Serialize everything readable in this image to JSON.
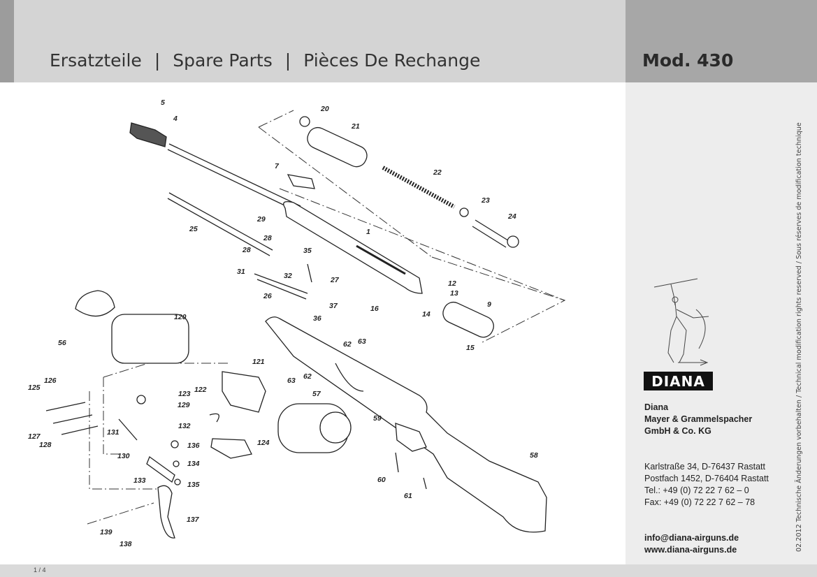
{
  "header": {
    "title_de": "Ersatzteile",
    "separator": "|",
    "title_en": "Spare Parts",
    "title_fr": "Pièces De Rechange",
    "model": "Mod. 430"
  },
  "sidebar": {
    "notice": "02.2012 Technische Änderungen vorbehalten / Technical modification rights reserved / Sous  réserves de modification technique",
    "brand_logo": "DIANA",
    "company_lines": [
      "Diana",
      "Mayer & Grammelspacher",
      "GmbH & Co. KG"
    ],
    "address_lines": [
      "Karlstraße 34, D-76437 Rastatt",
      "Postfach 1452, D-76404 Rastatt",
      "Tel.: +49 (0) 72 22 7 62 – 0",
      "Fax: +49 (0) 72 22 7 62 – 78"
    ],
    "web_lines": [
      "info@diana-airguns.de",
      "www.diana-airguns.de"
    ]
  },
  "footer": {
    "page": "1 / 4"
  },
  "part_labels": [
    "1",
    "4",
    "5",
    "7",
    "9",
    "12",
    "13",
    "14",
    "15",
    "16",
    "20",
    "21",
    "22",
    "23",
    "24",
    "25",
    "26",
    "27",
    "28",
    "28",
    "29",
    "31",
    "32",
    "35",
    "36",
    "37",
    "56",
    "57",
    "58",
    "59",
    "60",
    "61",
    "62",
    "62",
    "63",
    "63",
    "120",
    "121",
    "122",
    "123",
    "124",
    "125",
    "126",
    "127",
    "128",
    "129",
    "130",
    "131",
    "132",
    "133",
    "134",
    "135",
    "136",
    "137",
    "138",
    "139"
  ],
  "colors": {
    "header_bg": "#d4d4d4",
    "header_right_bg": "#a7a7a7",
    "sidebar_bg": "#ededed",
    "footer_bg": "#dadada",
    "logo_bg": "#111111"
  }
}
